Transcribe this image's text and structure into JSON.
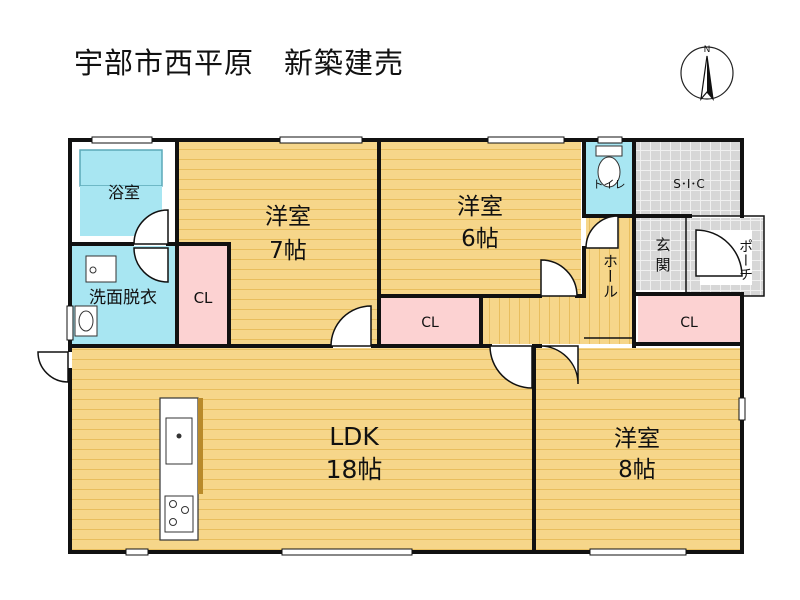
{
  "title": "宇部市西平原　新築建売",
  "compass": {
    "north": "N"
  },
  "rooms": {
    "bath": "浴室",
    "washroom": "洗面脱衣",
    "cl_west": "CL",
    "bedroom7_name": "洋室",
    "bedroom7_size": "7帖",
    "bedroom6_name": "洋室",
    "bedroom6_size": "6帖",
    "cl_middle": "CL",
    "toilet": "トイレ",
    "sic": "S･I･C",
    "entrance_1": "玄",
    "entrance_2": "関",
    "hall": "ホール",
    "porch": "ポーチ",
    "cl_east": "CL",
    "ldk_name": "LDK",
    "ldk_size": "18帖",
    "bedroom8_name": "洋室",
    "bedroom8_size": "8帖"
  },
  "colors": {
    "floor_wood": "#f6d68a",
    "wood_line": "#e8be5e",
    "closet": "#fcd2d2",
    "wet_area": "#a8e6f2",
    "tile": "#d4d4d4",
    "wall": "#111111"
  }
}
